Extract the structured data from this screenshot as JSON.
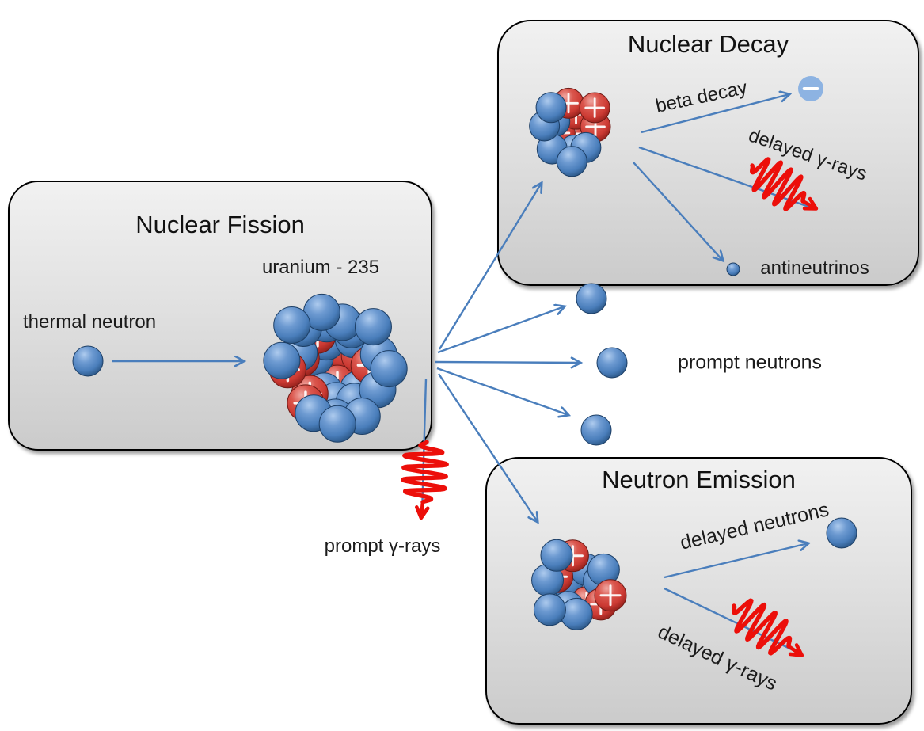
{
  "boxes": {
    "fission": {
      "title": "Nuclear Fission"
    },
    "decay": {
      "title": "Nuclear Decay"
    },
    "emission": {
      "title": "Neutron Emission"
    }
  },
  "labels": {
    "thermal_neutron": "thermal neutron",
    "uranium_235": "uranium - 235",
    "prompt_neutrons": "prompt neutrons",
    "prompt_gamma": "prompt γ-rays",
    "beta_decay": "beta decay",
    "decay_delayed_gamma": "delayed γ-rays",
    "antineutrinos": "antineutrinos",
    "delayed_neutrons": "delayed neutrons",
    "emission_delayed_gamma": "delayed γ-rays"
  },
  "colors": {
    "arrow_blue": "#4a7ebc",
    "gamma_red": "#ec0f0a",
    "neutron_blue": "#4a7ebb",
    "proton_red": "#cc3a33",
    "beta_particle_blue": "#8db3e2",
    "box_border": "#000000",
    "label_text": "#1b1b1b"
  }
}
